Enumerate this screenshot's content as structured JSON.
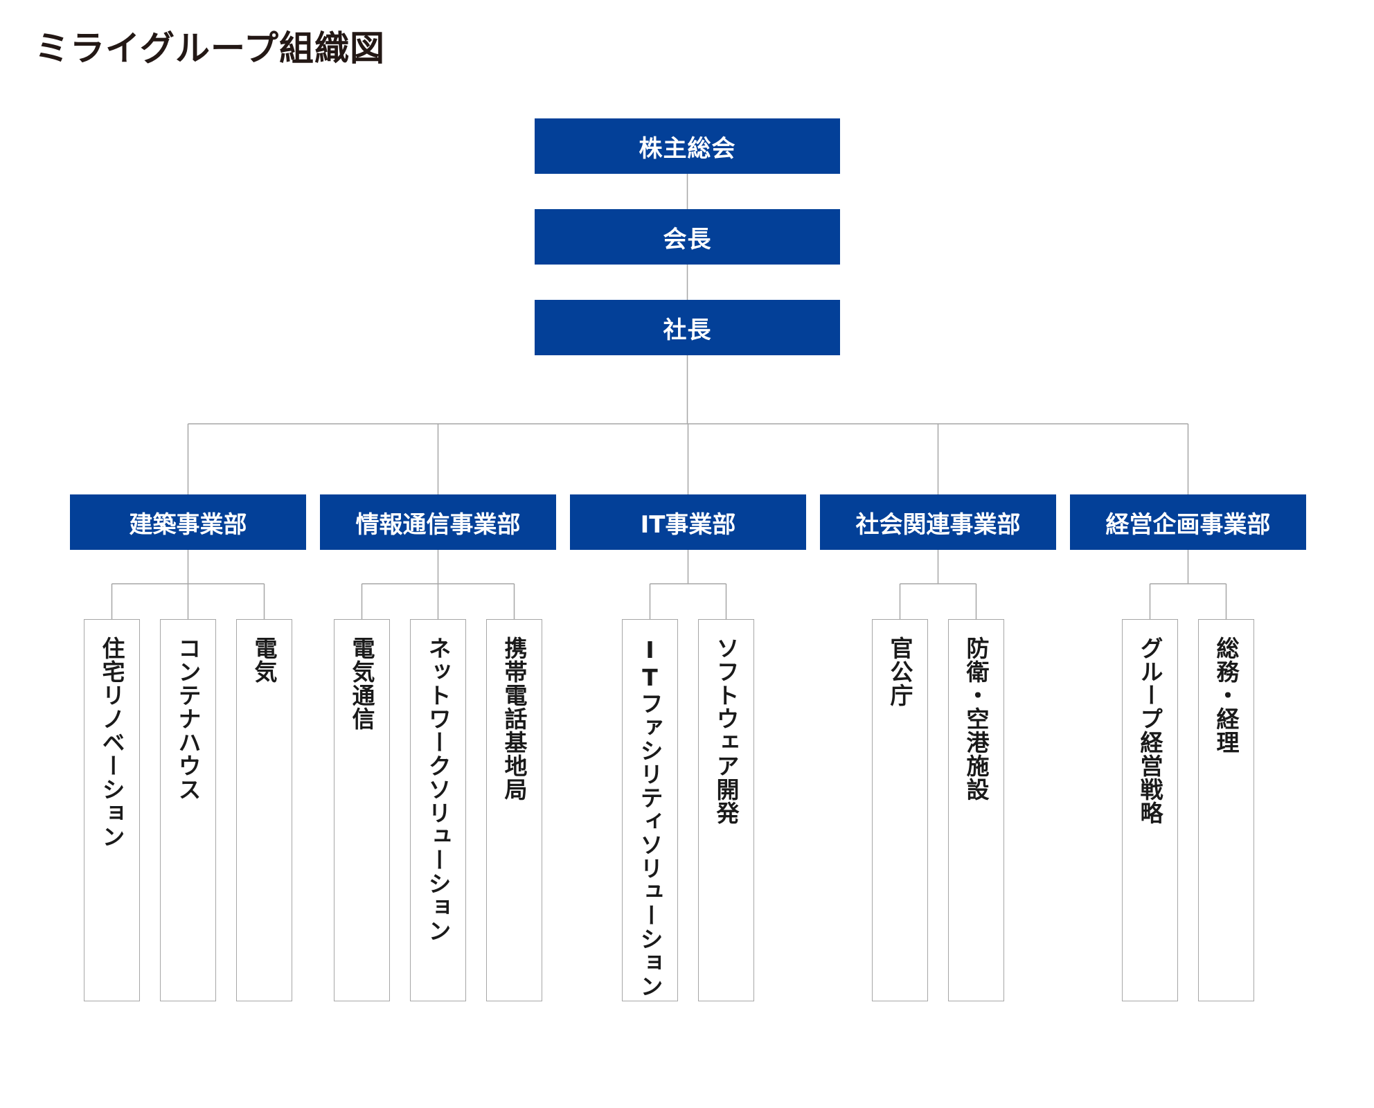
{
  "title": "ミライグループ組織図",
  "colors": {
    "box_fill": "#034098",
    "line": "#a6a6a6",
    "title_text": "#231815"
  },
  "chain": [
    {
      "label": "株主総会"
    },
    {
      "label": "会長"
    },
    {
      "label": "社長"
    }
  ],
  "departments": [
    {
      "label": "建築事業部",
      "units": [
        "住宅リノベーション",
        "コンテナハウス",
        "電気"
      ]
    },
    {
      "label": "情報通信事業部",
      "units": [
        "電気通信",
        "ネットワークソリューション",
        "携帯電話基地局"
      ]
    },
    {
      "label": "IT事業部",
      "units": [
        "ITファシリティソリューション",
        "ソフトウェア開発"
      ]
    },
    {
      "label": "社会関連事業部",
      "units": [
        "官公庁",
        "防衛・空港施設"
      ]
    },
    {
      "label": "経営企画事業部",
      "units": [
        "グループ経営戦略",
        "総務・経理"
      ]
    }
  ]
}
